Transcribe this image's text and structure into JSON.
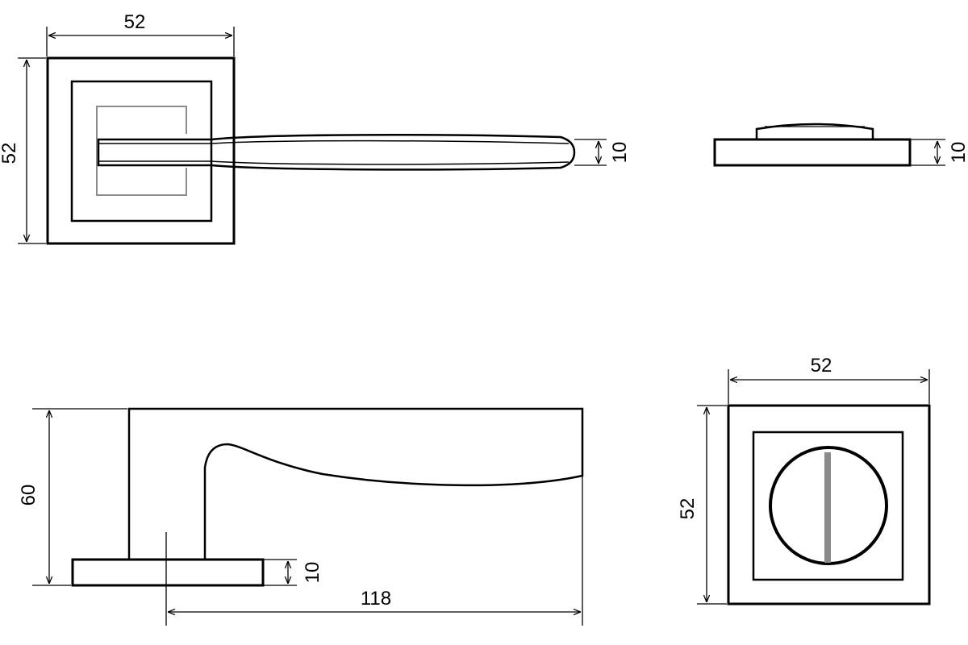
{
  "colors": {
    "outline": "#000000",
    "inner_square": "#8c8c8c",
    "turn_slot": "#8a8a8a",
    "background": "#ffffff"
  },
  "views": {
    "front_handle": {
      "width_label": "52",
      "height_label": "52",
      "lever_thickness_label": "10"
    },
    "turn_side": {
      "thickness_label": "10"
    },
    "side_handle": {
      "height_label": "60",
      "rose_thickness_label": "10",
      "length_label": "118"
    },
    "turn_front": {
      "width_label": "52",
      "height_label": "52"
    }
  }
}
